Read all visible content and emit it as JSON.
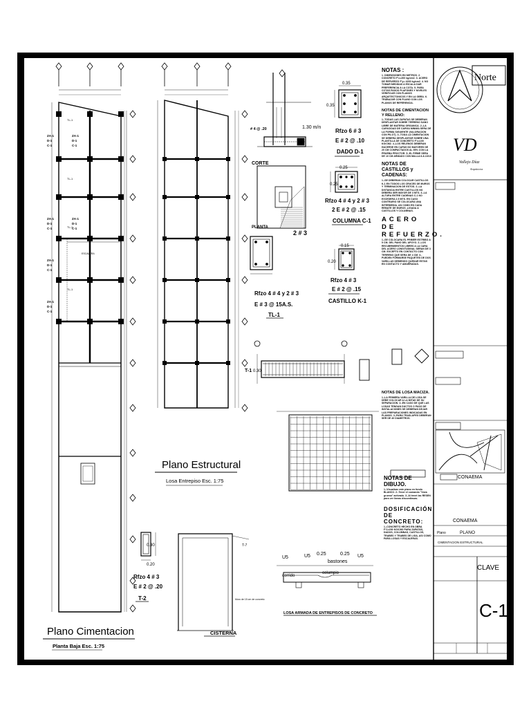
{
  "plans": {
    "cimentacion_title": "Plano Cimentacion",
    "cimentacion_sub": "Planta Baja   Esc. 1:75",
    "estructural_title": "Plano Estructural",
    "estructural_sub": "Losa Entrepiso   Esc. 1:75"
  },
  "details": {
    "dado_rfzo": "Rfzo  6 # 3",
    "dado_estribos": "E # 2 @ .10",
    "dado_label": "DADO D-1",
    "dado_dim": "0.35",
    "col_rfzo": "Rfzo  4 # 4  y 2 # 3",
    "col_estribos": "2 E # 2 @ .15",
    "col_label": "COLUMNA C-1",
    "col_dim_top": "0.25",
    "col_dim_side": "0.25",
    "cast_rfzo": "Rfzo  4 # 3",
    "cast_estribos": "E # 2 @ .15",
    "cast_label": "CASTILLO K-1",
    "cast_dim_top": "0.15",
    "cast_dim_side": "0.20",
    "tl_rfzo": "Rfzo  4 # 4 y 2 # 3",
    "tl_estribos": "E # 3 @ 15A.S.",
    "tl_label": "TL-1",
    "tl_bar": "2 # 3",
    "t2_rfzo": "Rfzo  4 # 3",
    "t2_estribos": "E # 2 @ .20",
    "t2_label": "T-2",
    "t2_dim_side": "0.30",
    "t2_dim_bot": "0.20",
    "t1_label": "T-1",
    "t1_dim": "0.30",
    "corte_label": "CORTE",
    "planta_label": "PLANTA",
    "dim_130": "1.30 m/n",
    "dim_4": "# 4 @ .20",
    "cisterna_label": "CISTERNA",
    "t7_label": "T-7",
    "losa_label": "LOSA ARMADA DE ENTREPISOS DE CONCRETO",
    "losa_u5a": "U5",
    "losa_u5b": "U5",
    "losa_u5c": "U5",
    "losa_025a": "0.25",
    "losa_025b": "0.25",
    "losa_bastones": "bastones",
    "losa_corrido": "corrido",
    "losa_columpio": "columpio",
    "escalera_label": "ESCALERA",
    "muro_label": "Muro de 15 cm de concreto"
  },
  "labels": {
    "za": "ZA-1",
    "d1": "D-1",
    "c1": "C-1",
    "tl": "TL-1"
  },
  "notes": {
    "notas_title": "NOTAS :",
    "notas_body": "1. DIMENSIONES EN METROS. 2. CONCRETO F'c=200 kg/cm2. 3. ACERO DE REFUERZO F'y= 4200 kg/cm2. 4. NO TOMAR MEDIDAS A ESCALA DAR PREFERENCIA A LA COTA. 5. PARA COTAS PASOS PLAFONES Y NIVELES VERIFICAR CON PLANOS ARQUITECTONICOS Y EN LA OBRA. 6. TRABAJAR CON PLANO CON LOS PLANOS DE REFERENCIA.",
    "cim_title": "NOTAS DE CIMENTACION Y RELLENO:",
    "cim_body": "1.-TODAS LAS ZAPATAS SE DEBERAN DESPLANTAR SOBRE TERRENO SANO LIBRE DE MATERIA ORGANICA. 2.-LA CAPACIDAD DE CARGA MINIMA SERA DE LA FORMA SIGUIENTE (VALORACION CON PILOT). 3.-TODA LA CIMENTACION SE DEBERA DESPLANTAR SOBRE UNA PLANTILLA DE CONCRETO F'c=100 KG/CM2. 4.-LOS RELENOS DEBERAN HACERSE EN CAPAS NO MAYORES DE 20 CM COMPACTADOS AL 95% CON LA PRUEBA PROCTOR. 5.-EL FIRME SERA DE 10 CM ARMADO CON MALLA 6-6-10/10",
    "cast_title": "NOTAS DE CASTILLOS y CADENAS:",
    "cast_body": "1.-SE DEBERAN COLOCAR CASTILLOS K-1 EN TODOS LOS CRUCES DE MUROS Y TERMINACION DE ESTOS. 2.-LA DISTANCIA ENTRE CASTILLOS NO DEBERA SER MAYOR DE 3 MTS. 3.-LA ALTURA ENTRE CADENAS C-1 NO EXCEDERA 2.5 MTS. EN CASO CONTRARIO SE COLOCARA UNA INTERMEDIA, AN COMO EN CADA REMATE DE MUROS ,LIGADA A CASTILLOS Y COLUMNAS.",
    "acero_title": "ACERO DE REFUERZO.",
    "acero_body": "1.-SE COLOCARA EL PRIMER ESTRIBO A 5 CM. DEL PANO DEL APOYO. 2.-LOS RECUBRIMIENTOS LIBRES A LA CARA DEL ACERO LONGITUDINAL SERAN DE 3 CM. EXCEPTO EN CONTACTO CON TERRENO QUE SERA DE 4 CM. 3.-PUEDEN FORMARSE PAQUETES DE DOS VARILLAS DEBIENDO QUEDAR ESTAS EN CONTACTO Y AMARRADAS.",
    "losa_title": "NOTAS DE LOSA MACIZA.",
    "losa_body": "1.-LA PRIMERA VARILLA DE LOSA SE DEBE COLOCAR A LA MITAD DE SU SEPARACION. 2.-EN CASO DE QUE LAS LOSAS TENGAN DUCTOS O PASO DE INSTALACIONES SE DEBERAN DEJAR LAS PREPARACIONES INDICADAS EN PLANOS. 3.-PARA TRASLAPES DEBERAN SER DE 40 DIAMETROS.",
    "dibujo_title": "NOTAS DE DIBUJO.",
    "dibujo_body": "1.-Visualizar este plano en fondo BLANCO. 2.-Tener el comando \"linea gruesa\" activado. 3.-Al tenet las RESEN para ver lineas discontinuas.",
    "dosif_title": "DOSIFICACIÓN DE CONCRETO:",
    "dosif_body": "1.-CONCRETO HECHO EN OBRA F'C=200 KG/CM2 PARA ZAPATAS, DADOS, COLUMNAS, CASTILLOS, TRABES Y TRABES DE LIGA, ASI COMO PARA LOSAS Y ESCALERAS."
  },
  "titleblock": {
    "norte": "Norte",
    "logo": "VD",
    "logo_sub": "Vallejo Díaz",
    "logo_sub2": "Arquitectos",
    "proyecto": "CONAEMA",
    "plano_label": "Plano",
    "plano_val": "PLANO",
    "plano_val2": "CIMENTACION ESTRUCTURAL",
    "clave": "CLAVE",
    "numero": "C-1",
    "obra": "CONAEMA"
  }
}
